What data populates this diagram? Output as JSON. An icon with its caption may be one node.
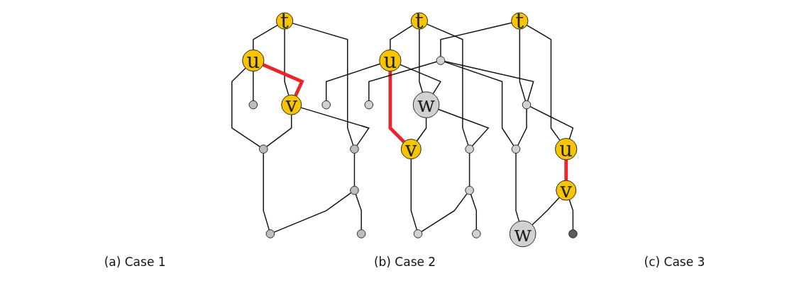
{
  "diagram": {
    "nodes": [
      {
        "text": [
          "t"
        ]
      },
      {
        "text": [
          "u"
        ]
      },
      {
        "text": [
          "v"
        ]
      },
      {
        "text": [],
        "shape": "circle"
      },
      {
        "text": [],
        "shape": "circle"
      },
      {
        "text": [],
        "shape": "circle"
      },
      {
        "text": [],
        "shape": "circle"
      },
      {
        "text": [],
        "shape": "circle"
      },
      {
        "text": [],
        "shape": "circle"
      },
      {
        "text": [
          "t"
        ]
      },
      {
        "text": [
          "u"
        ]
      },
      {
        "text": [
          "w"
        ]
      },
      {
        "text": [],
        "shape": "circle"
      },
      {
        "text": [],
        "shape": "circle"
      },
      {
        "text": [
          "v"
        ]
      },
      {
        "text": [],
        "shape": "circle"
      },
      {
        "text": [],
        "shape": "circle"
      },
      {
        "text": [],
        "shape": "circle"
      },
      {
        "text": [
          "t"
        ]
      },
      {
        "text": [],
        "shape": "circle"
      },
      {
        "text": [],
        "shape": "circle"
      },
      {
        "text": [
          "u"
        ]
      },
      {
        "text": [],
        "shape": "circle"
      },
      {
        "text": [],
        "shape": "circle"
      },
      {
        "text": [
          "v"
        ]
      },
      {
        "text": [
          "w"
        ]
      },
      {
        "text": [],
        "shape": "circle"
      }
    ],
    "edges": [
      {
        "from": 0,
        "to": 1,
        "arrow": "none"
      },
      {
        "from": 0,
        "to": 2,
        "arrow": "none"
      },
      {
        "from": 0,
        "to": 3,
        "arrow": "none"
      },
      {
        "from": 1,
        "to": 2,
        "arrow": "none",
        "style": "thick",
        "color": "#e8262b"
      },
      {
        "from": 2,
        "to": 3,
        "arrow": "none"
      },
      {
        "from": 1,
        "to": 4,
        "arrow": "none"
      },
      {
        "from": 1,
        "to": 5,
        "arrow": "none"
      },
      {
        "from": 2,
        "to": 5,
        "arrow": "none"
      },
      {
        "from": 3,
        "to": 6,
        "arrow": "none"
      },
      {
        "from": 5,
        "to": 7,
        "arrow": "none"
      },
      {
        "from": 6,
        "to": 7,
        "arrow": "none"
      },
      {
        "from": 6,
        "to": 8,
        "arrow": "none"
      },
      {
        "from": 9,
        "to": 10,
        "arrow": "none"
      },
      {
        "from": 9,
        "to": 11,
        "arrow": "none"
      },
      {
        "from": 9,
        "to": 12,
        "arrow": "none"
      },
      {
        "from": 10,
        "to": 11,
        "arrow": "none"
      },
      {
        "from": 11,
        "to": 12,
        "arrow": "none"
      },
      {
        "from": 10,
        "to": 13,
        "arrow": "none"
      },
      {
        "from": 10,
        "to": 14,
        "arrow": "none",
        "style": "thick",
        "color": "#e8262b"
      },
      {
        "from": 11,
        "to": 14,
        "arrow": "none"
      },
      {
        "from": 12,
        "to": 15,
        "arrow": "none"
      },
      {
        "from": 14,
        "to": 16,
        "arrow": "none"
      },
      {
        "from": 15,
        "to": 16,
        "arrow": "none"
      },
      {
        "from": 15,
        "to": 17,
        "arrow": "none"
      },
      {
        "from": 18,
        "to": 19,
        "arrow": "none"
      },
      {
        "from": 18,
        "to": 20,
        "arrow": "none"
      },
      {
        "from": 18,
        "to": 21,
        "arrow": "none"
      },
      {
        "from": 19,
        "to": 20,
        "arrow": "none"
      },
      {
        "from": 20,
        "to": 21,
        "arrow": "none"
      },
      {
        "from": 19,
        "to": 22,
        "arrow": "none"
      },
      {
        "from": 19,
        "to": 23,
        "arrow": "none"
      },
      {
        "from": 20,
        "to": 23,
        "arrow": "none"
      },
      {
        "from": 21,
        "to": 24,
        "arrow": "none",
        "style": "thick",
        "color": "#e8262b"
      },
      {
        "from": 23,
        "to": 25,
        "arrow": "none"
      },
      {
        "from": 24,
        "to": 25,
        "arrow": "none"
      },
      {
        "from": 24,
        "to": 26,
        "arrow": "none"
      }
    ],
    "labels": [
      "(a) Case 1",
      "(b) Case 2",
      "(c) Case 3"
    ]
  }
}
